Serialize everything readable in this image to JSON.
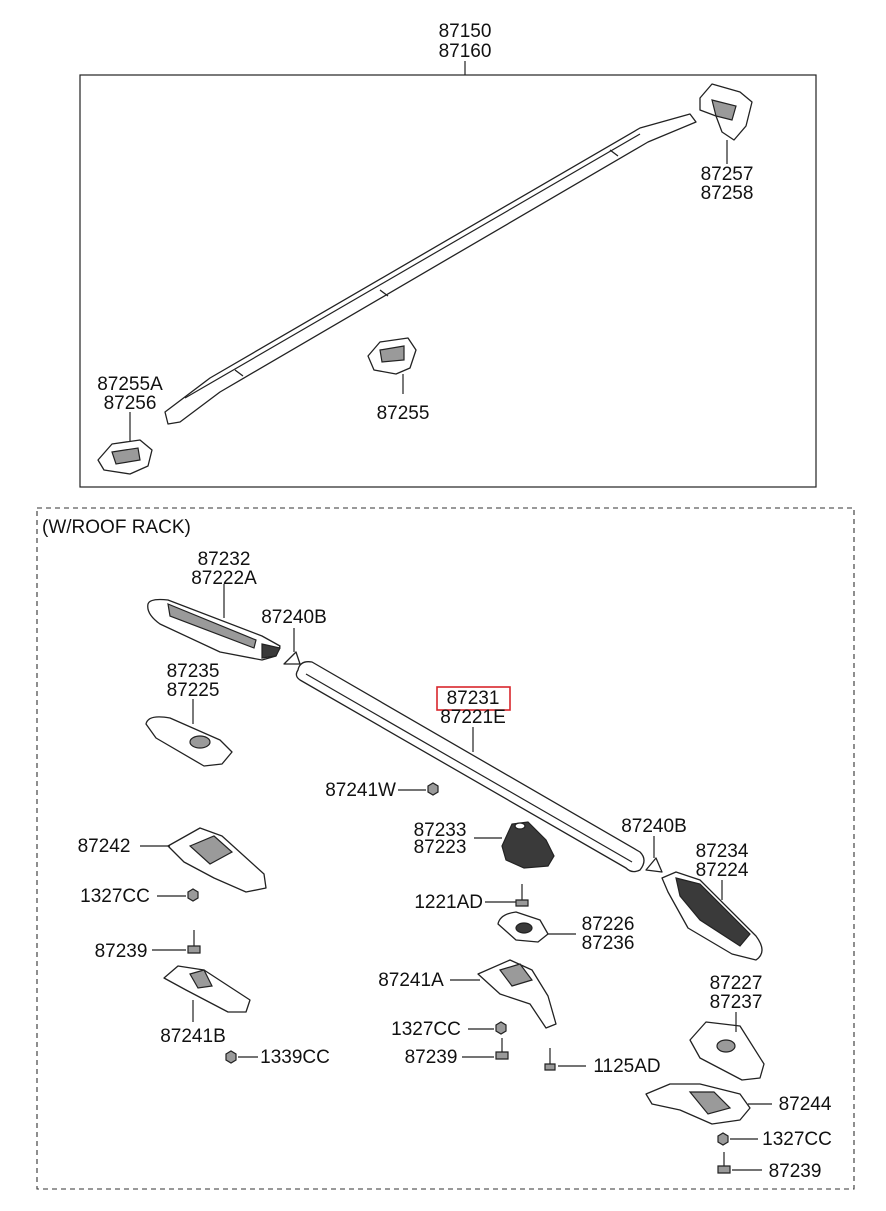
{
  "top_section": {
    "title_codes": [
      "87150",
      "87160"
    ],
    "labels": {
      "end_clip": [
        "87257",
        "87258"
      ],
      "front_clip": [
        "87255A",
        "87256"
      ],
      "mid_clip": [
        "87255"
      ]
    }
  },
  "roof_rack_section": {
    "heading": "(W/ROOF RACK)",
    "labels": {
      "front_cover": [
        "87232",
        "87222A"
      ],
      "front_seal": "87240B",
      "front_pad": [
        "87235",
        "87225"
      ],
      "rail_highlighted": "87231",
      "rail": "87221E",
      "nut_mid": "87241W",
      "front_bracket": "87242",
      "front_nut": "1327CC",
      "front_bolt": "87239",
      "front_base": "87241B",
      "front_small_nut": "1339CC",
      "mid_cover": [
        "87233",
        "87223"
      ],
      "mid_bolt": "1221AD",
      "mid_pad": [
        "87226",
        "87236"
      ],
      "mid_bracket": "87241A",
      "mid_nut": "1327CC",
      "mid_bolt2": "87239",
      "mid_screw": "1125AD",
      "rear_seal": "87240B",
      "rear_cover": [
        "87234",
        "87224"
      ],
      "rear_pad": [
        "87227",
        "87237"
      ],
      "rear_bracket": "87244",
      "rear_nut": "1327CC",
      "rear_bolt": "87239"
    }
  },
  "colors": {
    "highlight_box": "#d9262c",
    "lines": "#222222"
  }
}
